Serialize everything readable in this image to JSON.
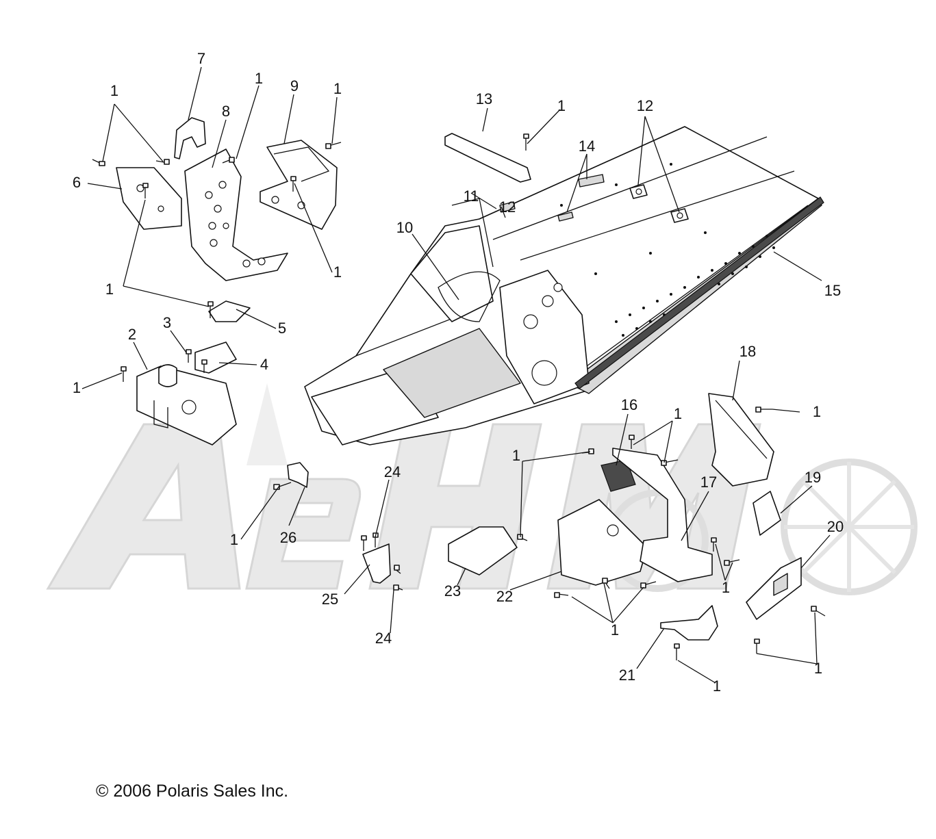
{
  "diagram": {
    "callouts": [
      {
        "id": "c1a",
        "text": "1"
      },
      {
        "id": "c7",
        "text": "7"
      },
      {
        "id": "c1b",
        "text": "1"
      },
      {
        "id": "c9",
        "text": "9"
      },
      {
        "id": "c1c",
        "text": "1"
      },
      {
        "id": "c8",
        "text": "8"
      },
      {
        "id": "c6",
        "text": "6"
      },
      {
        "id": "c1d",
        "text": "1"
      },
      {
        "id": "c1e",
        "text": "1"
      },
      {
        "id": "c5",
        "text": "5"
      },
      {
        "id": "c2",
        "text": "2"
      },
      {
        "id": "c3",
        "text": "3"
      },
      {
        "id": "c4",
        "text": "4"
      },
      {
        "id": "c1f",
        "text": "1"
      },
      {
        "id": "c13",
        "text": "13"
      },
      {
        "id": "c1g",
        "text": "1"
      },
      {
        "id": "c12a",
        "text": "12"
      },
      {
        "id": "c14",
        "text": "14"
      },
      {
        "id": "c11",
        "text": "11"
      },
      {
        "id": "c12b",
        "text": "12"
      },
      {
        "id": "c10",
        "text": "10"
      },
      {
        "id": "c15",
        "text": "15"
      },
      {
        "id": "c18",
        "text": "18"
      },
      {
        "id": "c16",
        "text": "16"
      },
      {
        "id": "c1h",
        "text": "1"
      },
      {
        "id": "c1i",
        "text": "1"
      },
      {
        "id": "c1j",
        "text": "1"
      },
      {
        "id": "c17",
        "text": "17"
      },
      {
        "id": "c19",
        "text": "19"
      },
      {
        "id": "c20",
        "text": "20"
      },
      {
        "id": "c24a",
        "text": "24"
      },
      {
        "id": "c26",
        "text": "26"
      },
      {
        "id": "c1k",
        "text": "1"
      },
      {
        "id": "c25",
        "text": "25"
      },
      {
        "id": "c23",
        "text": "23"
      },
      {
        "id": "c22",
        "text": "22"
      },
      {
        "id": "c24b",
        "text": "24"
      },
      {
        "id": "c1l",
        "text": "1"
      },
      {
        "id": "c1m",
        "text": "1"
      },
      {
        "id": "c21",
        "text": "21"
      },
      {
        "id": "c1n",
        "text": "1"
      },
      {
        "id": "c1o",
        "text": "1"
      }
    ],
    "copyright": "© 2006 Polaris Sales Inc.",
    "watermark_text": "AeHMoto"
  },
  "colors": {
    "line": "#111111",
    "watermark": "#e6e6e6",
    "background": "#ffffff"
  }
}
